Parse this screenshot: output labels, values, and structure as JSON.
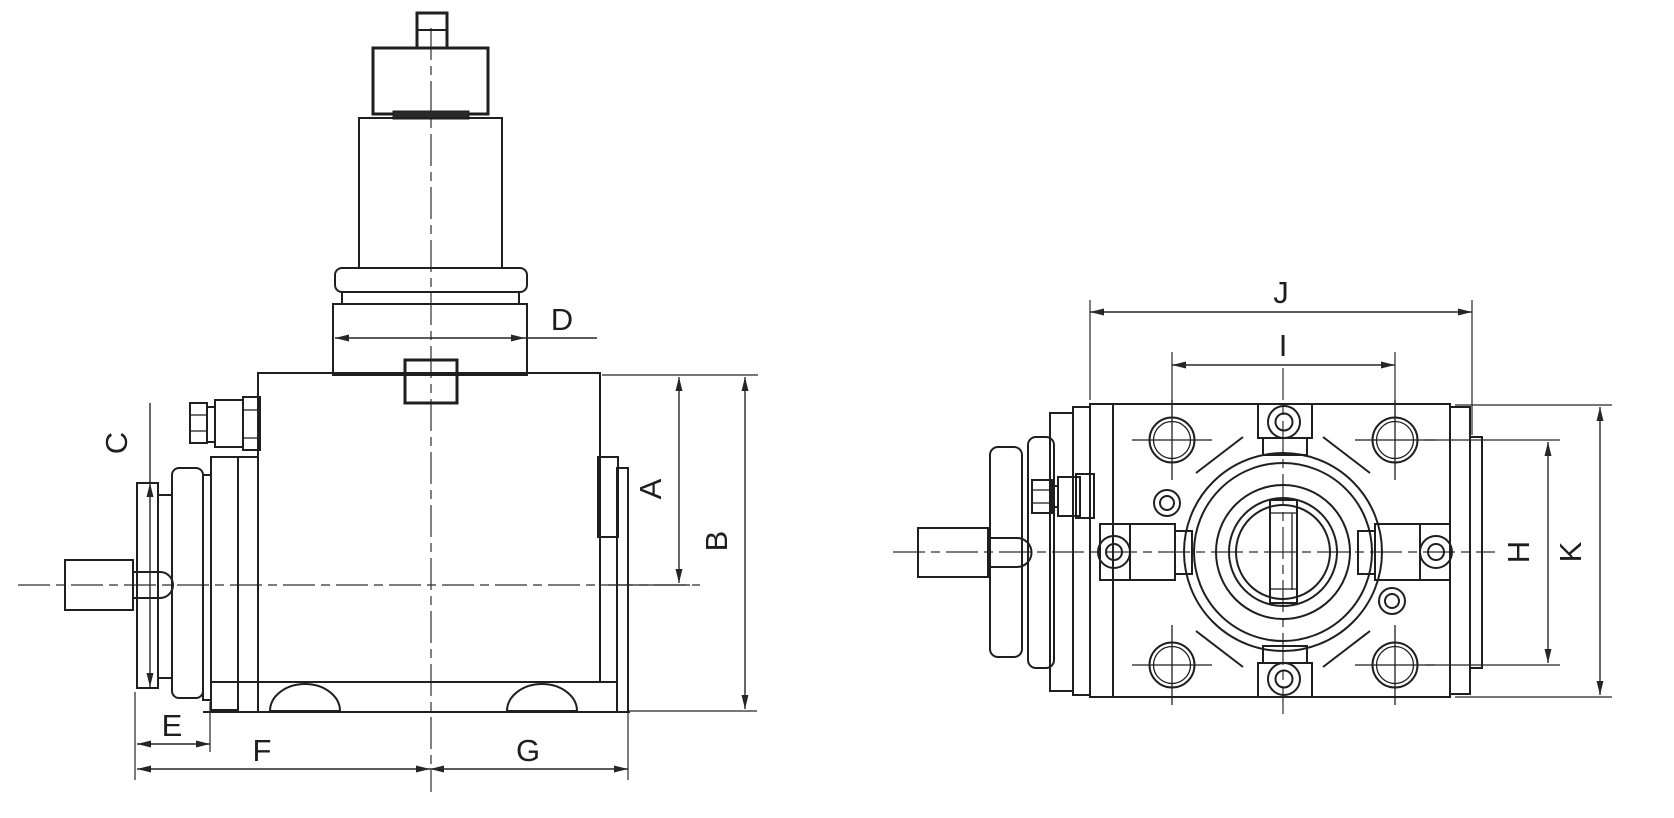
{
  "labels": {
    "A": "A",
    "B": "B",
    "C": "C",
    "D": "D",
    "E": "E",
    "F": "F",
    "G": "G",
    "H": "H",
    "I": "I",
    "J": "J",
    "K": "K"
  },
  "colors": {
    "background": "#ffffff",
    "line": "#1f1f1f",
    "dimension": "#262626"
  }
}
